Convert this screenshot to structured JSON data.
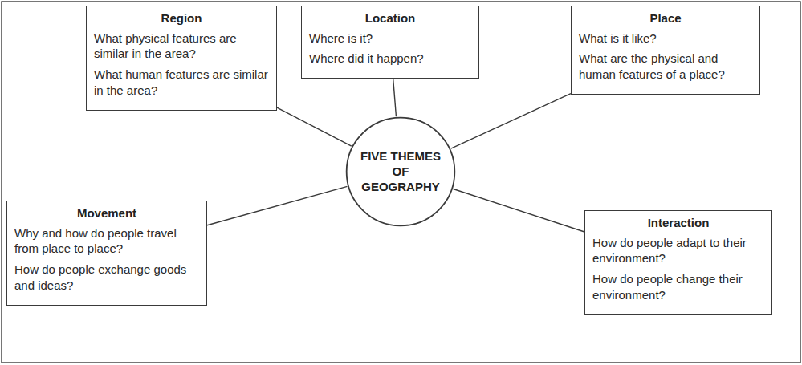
{
  "diagram": {
    "nodes": [
      {
        "text": [
          "Region",
          "What physical features are similar in the area?",
          "What human features are similar in the area?"
        ]
      },
      {
        "text": [
          "Location",
          "Where is it?",
          "Where did it happen?"
        ]
      },
      {
        "text": [
          "Place",
          "What is it like?",
          "What are the physical and human features of a place?"
        ]
      },
      {
        "text": [
          "Movement",
          "Why and how do people travel from place to place?",
          "How do people exchange goods and ideas?"
        ]
      },
      {
        "text": [
          "FIVE THEMES OF GEOGRAPHY"
        ]
      },
      {
        "text": [
          "Interaction",
          "How do people adapt to their environment?",
          "How do people change their environment?"
        ]
      }
    ],
    "edges": [
      {
        "from": 4,
        "to": 0,
        "arrow": "none"
      },
      {
        "from": 4,
        "to": 1,
        "arrow": "none"
      },
      {
        "from": 4,
        "to": 2,
        "arrow": "none"
      },
      {
        "from": 4,
        "to": 3,
        "arrow": "none"
      },
      {
        "from": 4,
        "to": 5,
        "arrow": "none"
      }
    ]
  }
}
